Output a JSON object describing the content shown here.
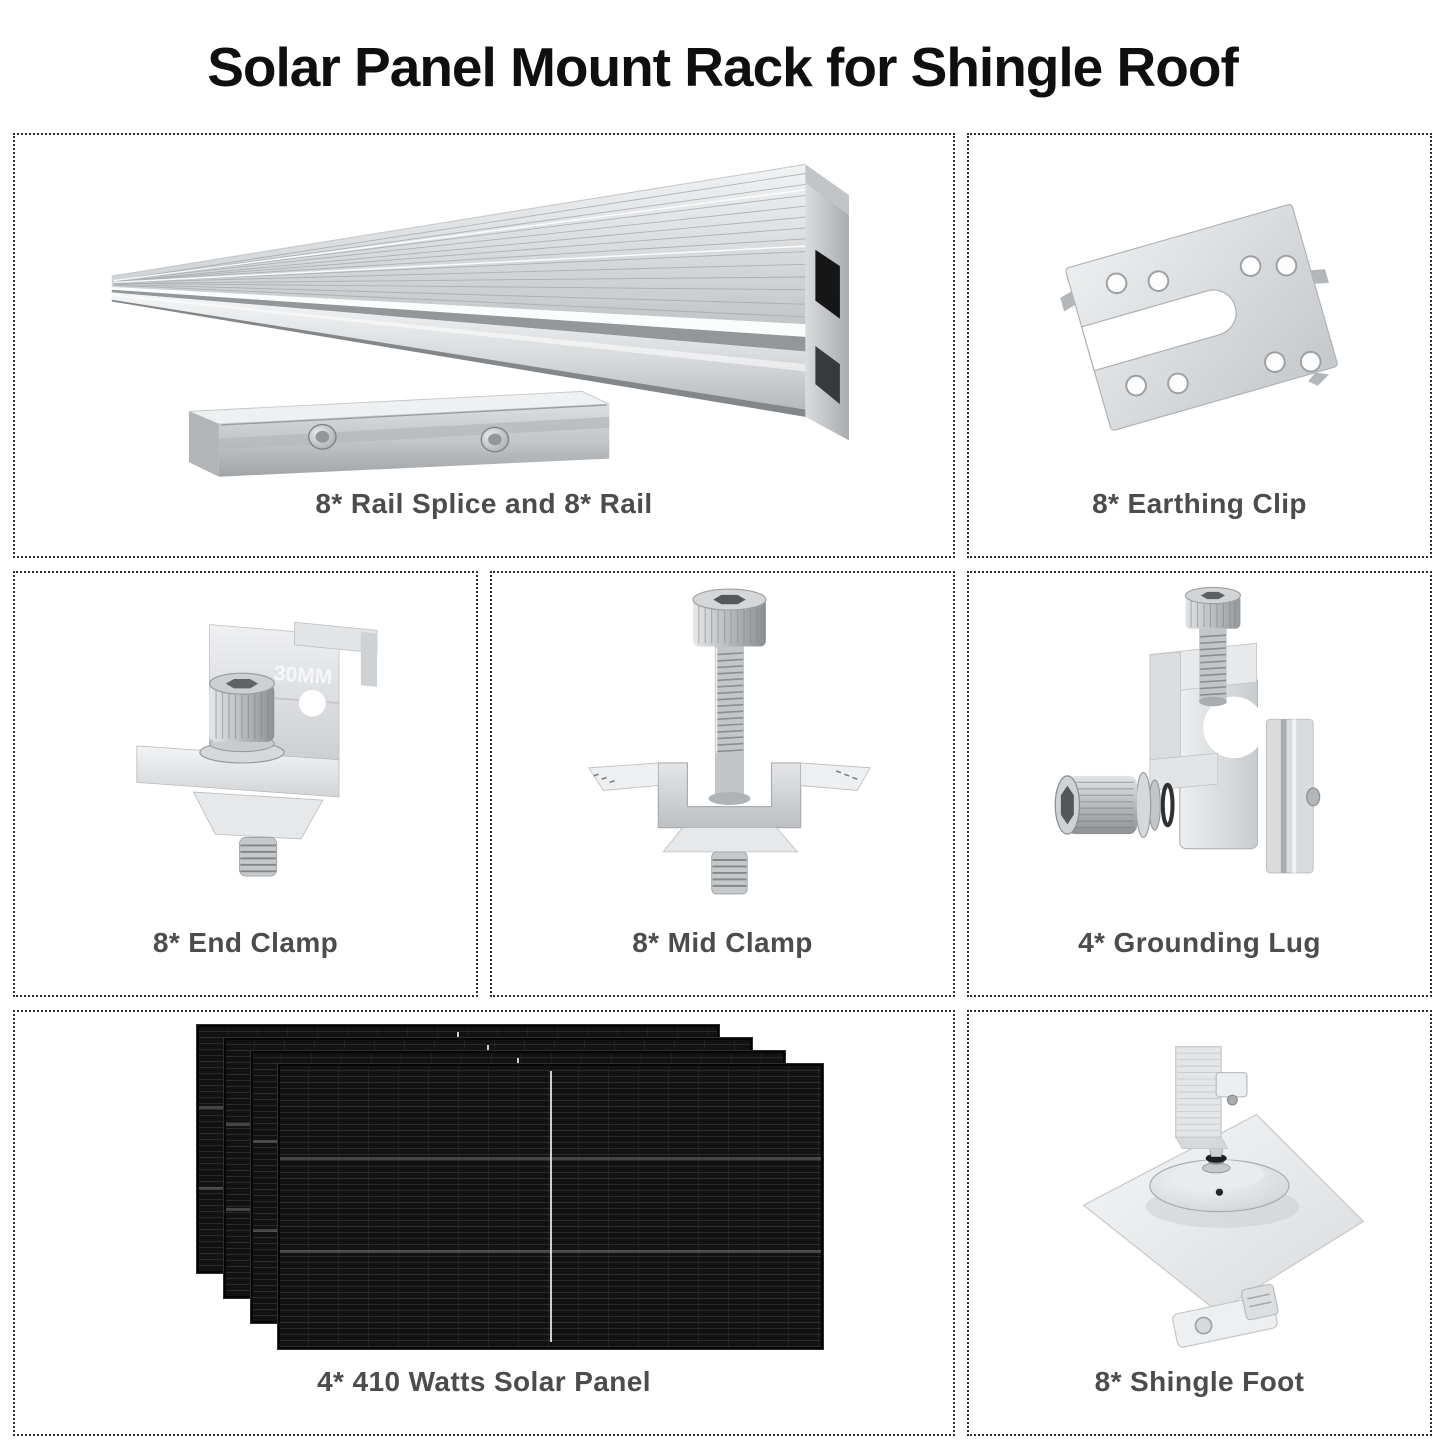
{
  "title": "Solar Panel Mount Rack for Shingle Roof",
  "panels": {
    "rail": {
      "label": "8* Rail Splice and 8* Rail"
    },
    "earthing_clip": {
      "label": "8* Earthing Clip"
    },
    "end_clamp": {
      "label": "8* End Clamp",
      "marking": "30MM"
    },
    "mid_clamp": {
      "label": "8* Mid Clamp"
    },
    "grounding_lug": {
      "label": "4* Grounding Lug"
    },
    "solar_panel": {
      "label": "4* 410 Watts Solar Panel"
    },
    "shingle_foot": {
      "label": "8* Shingle Foot"
    }
  },
  "colors": {
    "background": "#ffffff",
    "title_text": "#0f0f0f",
    "label_text": "#4c4c4c",
    "border_dots": "#2e2e2e",
    "metal_light": "#eceeef",
    "metal_mid": "#c9ccce",
    "metal_dark": "#94979a",
    "solar_black": "#121212"
  }
}
